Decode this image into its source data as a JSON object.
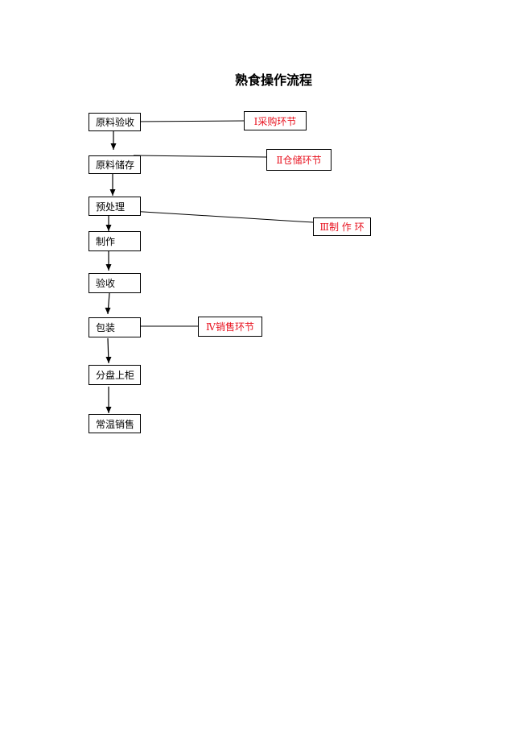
{
  "title": "熟食操作流程",
  "steps": [
    "原料验收",
    "原料储存",
    "预处理",
    "制作",
    "验收",
    "包装",
    "分盘上柜",
    "常温销售"
  ],
  "stages": [
    "Ⅰ采购环节",
    "Ⅱ仓储环节",
    "Ⅲ制 作 环",
    "Ⅳ销售环节"
  ],
  "colors": {
    "stage_text": "#e8121f",
    "line": "#000000"
  }
}
